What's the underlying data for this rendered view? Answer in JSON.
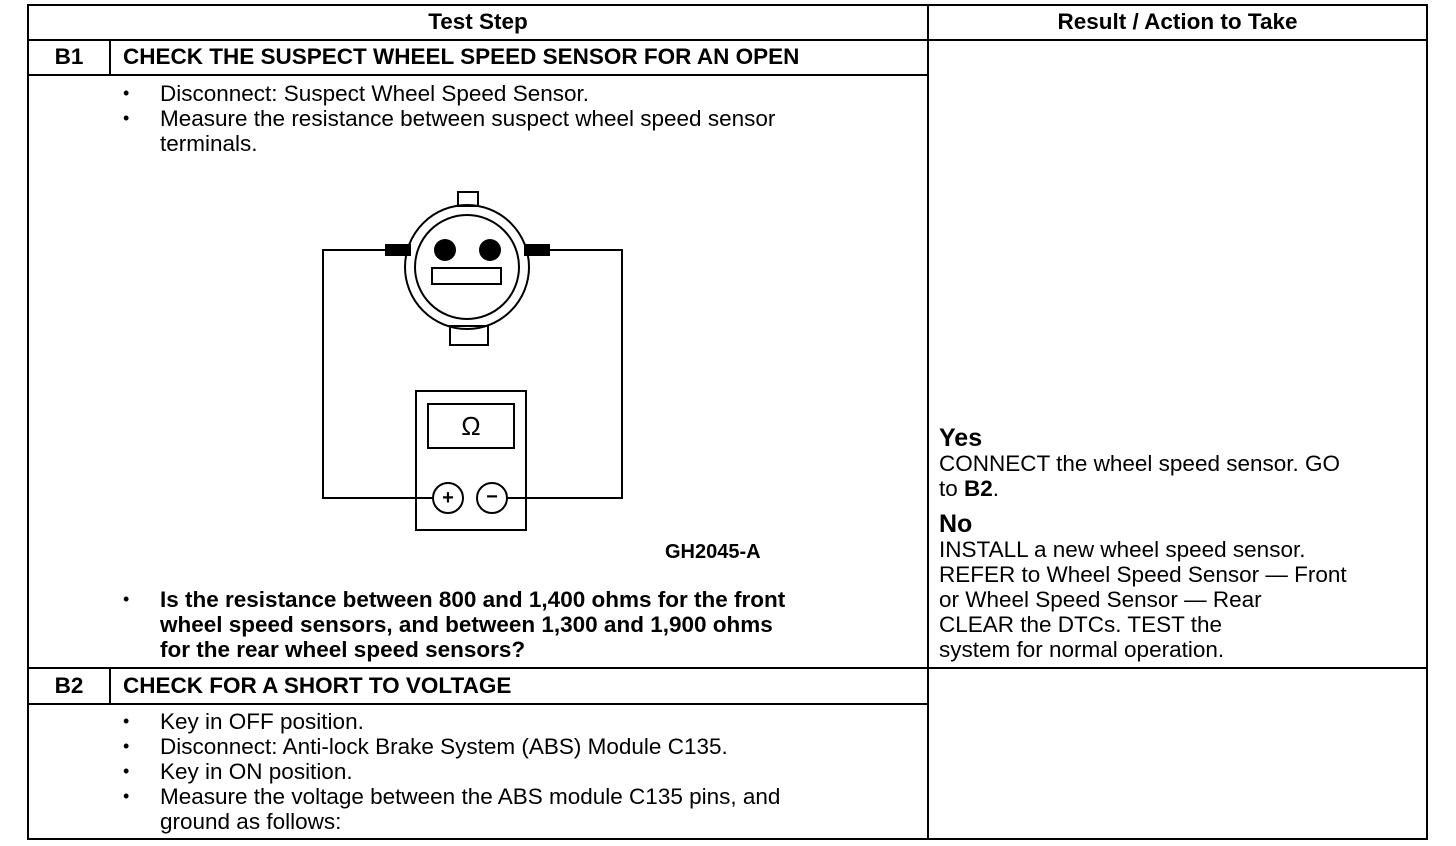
{
  "header": {
    "test_step": "Test Step",
    "result_action": "Result / Action to Take"
  },
  "b1": {
    "id": "B1",
    "title": "CHECK THE SUSPECT WHEEL SPEED SENSOR FOR AN OPEN",
    "bullets": [
      "Disconnect: Suspect Wheel Speed Sensor.",
      "Measure the resistance between suspect wheel speed sensor",
      "terminals."
    ],
    "figure": {
      "omega": "Ω",
      "plus": "+",
      "minus": "−",
      "caption": "GH2045-A"
    },
    "question": [
      "Is the resistance between 800 and 1,400 ohms for the front",
      "wheel speed sensors, and between 1,300 and 1,900 ohms",
      "for the rear wheel speed sensors?"
    ],
    "result": {
      "yes_label": "Yes",
      "yes_line1": "CONNECT the wheel speed sensor. GO",
      "yes_line2_pre": "to ",
      "yes_line2_bold": "B2",
      "yes_line2_post": ".",
      "no_label": "No",
      "no_lines": [
        "INSTALL a new wheel speed sensor.",
        "REFER to Wheel Speed Sensor — Front",
        "or Wheel Speed Sensor — Rear",
        "CLEAR the DTCs. TEST the",
        "system for normal operation."
      ]
    }
  },
  "b2": {
    "id": "B2",
    "title": "CHECK FOR A SHORT TO VOLTAGE",
    "bullets": [
      "Key in OFF position.",
      "Disconnect: Anti-lock Brake System (ABS) Module C135.",
      "Key in ON position.",
      "Measure the voltage between the ABS module C135 pins, and",
      "ground as follows:"
    ]
  }
}
